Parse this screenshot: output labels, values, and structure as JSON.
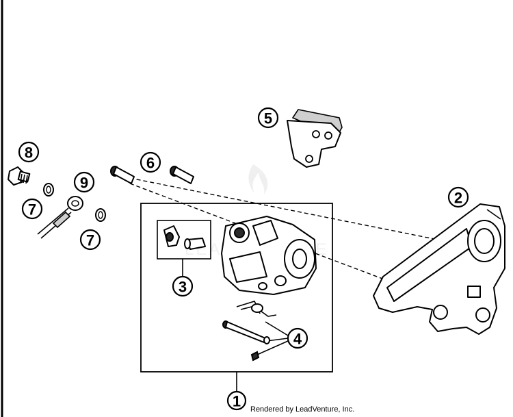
{
  "callouts": {
    "c1": "1",
    "c2": "2",
    "c3": "3",
    "c4": "4",
    "c5": "5",
    "c6": "6",
    "c7a": "7",
    "c7b": "7",
    "c8": "8",
    "c9": "9"
  },
  "credit": "Rendered by LeadVenture, Inc.",
  "watermark": "LEADVENTURE"
}
